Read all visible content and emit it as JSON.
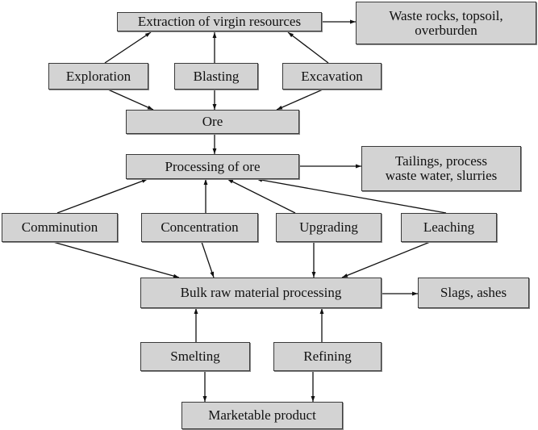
{
  "diagram": {
    "type": "flowchart",
    "box_fill": "#d3d3d3",
    "box_border": "#3a3a3a",
    "edge_color": "#111111",
    "nodes": {
      "extraction": "Extraction of virgin resources",
      "waste_rocks": "Waste rocks, topsoil,\noverburden",
      "exploration": "Exploration",
      "blasting": "Blasting",
      "excavation": "Excavation",
      "ore": "Ore",
      "processing": "Processing of ore",
      "tailings": "Tailings, process\nwaste water, slurries",
      "comminution": "Comminution",
      "concentration": "Concentration",
      "upgrading": "Upgrading",
      "leaching": "Leaching",
      "bulk": "Bulk raw material processing",
      "slags": "Slags, ashes",
      "smelting": "Smelting",
      "refining": "Refining",
      "marketable": "Marketable product"
    },
    "edges": [
      {
        "from": "exploration",
        "to": "extraction"
      },
      {
        "from": "blasting",
        "to": "extraction"
      },
      {
        "from": "excavation",
        "to": "extraction"
      },
      {
        "from": "extraction",
        "to": "waste_rocks"
      },
      {
        "from": "exploration",
        "to": "ore"
      },
      {
        "from": "blasting",
        "to": "ore"
      },
      {
        "from": "excavation",
        "to": "ore"
      },
      {
        "from": "ore",
        "to": "processing"
      },
      {
        "from": "processing",
        "to": "tailings"
      },
      {
        "from": "comminution",
        "to": "processing"
      },
      {
        "from": "concentration",
        "to": "processing"
      },
      {
        "from": "upgrading",
        "to": "processing"
      },
      {
        "from": "leaching",
        "to": "processing"
      },
      {
        "from": "comminution",
        "to": "bulk"
      },
      {
        "from": "concentration",
        "to": "bulk"
      },
      {
        "from": "upgrading",
        "to": "bulk"
      },
      {
        "from": "leaching",
        "to": "bulk"
      },
      {
        "from": "bulk",
        "to": "slags"
      },
      {
        "from": "smelting",
        "to": "bulk"
      },
      {
        "from": "refining",
        "to": "bulk"
      },
      {
        "from": "smelting",
        "to": "marketable"
      },
      {
        "from": "refining",
        "to": "marketable"
      }
    ]
  }
}
